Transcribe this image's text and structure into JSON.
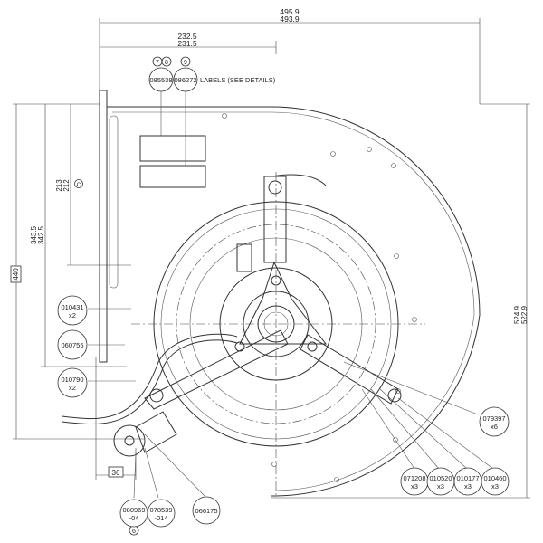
{
  "dimensions": {
    "top_width_a": "495.9",
    "top_width_b": "493.9",
    "center_width_a": "232.5",
    "center_width_b": "231.5",
    "left_h1_a": "213",
    "left_h1_b": "212",
    "left_h1_symbol": "C",
    "left_h2_a": "343.5",
    "left_h2_b": "342.5",
    "left_boxed": "440",
    "right_h_a": "524.9",
    "right_h_b": "522.9",
    "bottom_boxed": "36"
  },
  "label_note": "LABELS (SEE DETAILS)",
  "notes": {
    "n7": "7",
    "n8": "8",
    "n9": "9",
    "n6": "6"
  },
  "parts": {
    "p085538": {
      "code": "085538"
    },
    "p086272": {
      "code": "086272"
    },
    "p010431": {
      "code": "010431",
      "qty": "x2"
    },
    "p060755": {
      "code": "060755"
    },
    "p010790": {
      "code": "010790",
      "qty": "x2"
    },
    "p079397": {
      "code": "079397",
      "qty": "x6"
    },
    "p071208": {
      "code": "071208",
      "qty": "x3"
    },
    "p010520": {
      "code": "010520",
      "qty": "x3"
    },
    "p010177": {
      "code": "010177",
      "qty": "x3"
    },
    "p010460": {
      "code": "010460",
      "qty": "x3"
    },
    "p080969": {
      "code": "080969",
      "qty": "-04"
    },
    "p078539": {
      "code": "078539",
      "qty": "-014"
    },
    "p066175": {
      "code": "066175"
    }
  }
}
